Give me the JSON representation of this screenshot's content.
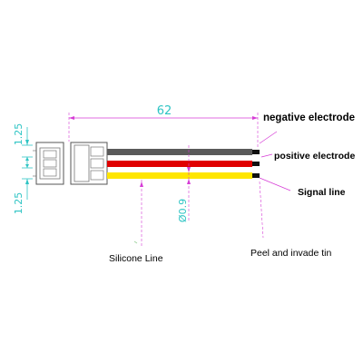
{
  "dimensions": {
    "length": "62",
    "pin_pitch_top": "1.25",
    "pin_pitch_bottom": "1.25",
    "wire_diameter": "Ø0.9"
  },
  "labels": {
    "negative": "negative electrode",
    "positive": "positive electrode",
    "signal": "Signal line",
    "silicone": "Silicone Line",
    "tin": "Peel and invade tin"
  },
  "colors": {
    "negative_wire": "#5a5a5a",
    "positive_wire": "#e00000",
    "signal_wire": "#ffe600",
    "dimension": "#2ec4c4",
    "leader": "#d63cd6",
    "outline": "#555555"
  }
}
